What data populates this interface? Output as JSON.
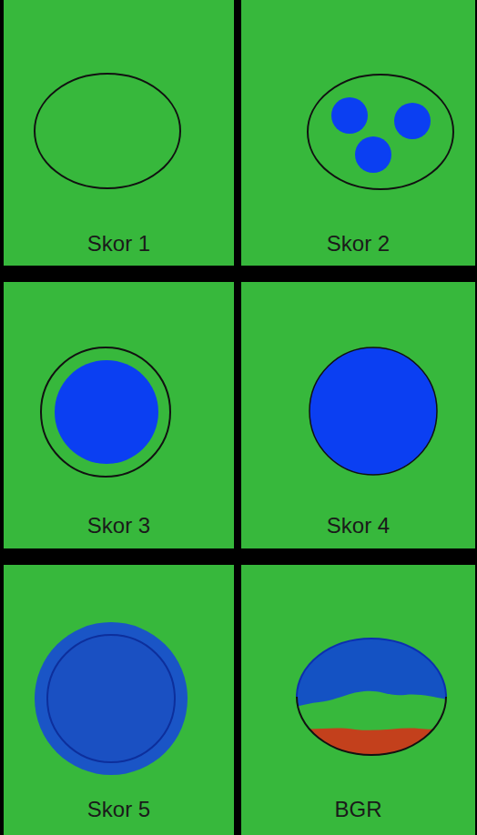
{
  "diagram": {
    "nodes": [
      {
        "text": [
          "Skor 1"
        ]
      },
      {
        "text": [
          "Skor 2"
        ]
      },
      {
        "text": [
          "Skor 3"
        ]
      },
      {
        "text": [
          "Skor 4"
        ]
      },
      {
        "text": [
          "Skor 5"
        ]
      },
      {
        "text": [
          "BGR"
        ]
      }
    ]
  }
}
